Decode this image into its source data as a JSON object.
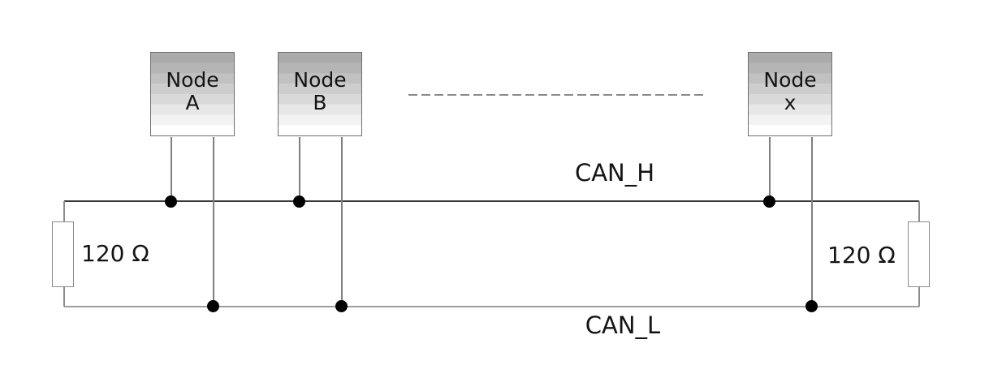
{
  "nodes": [
    {
      "line1": "Node",
      "line2": "A"
    },
    {
      "line1": "Node",
      "line2": "B"
    },
    {
      "line1": "Node",
      "line2": "x"
    }
  ],
  "bus_labels": {
    "high": "CAN_H",
    "low": "CAN_L"
  },
  "terminators": {
    "left": "120 Ω",
    "right": "120 Ω"
  },
  "colors": {
    "c-busH": "#383838",
    "c-busL": "#9e9e9e",
    "c-wire": "#7f7f7f",
    "c-term": "#8c8c8c",
    "c-dash": "#8a8a8a",
    "c-text": "#141414",
    "c-border": "#6e6e6e",
    "node_gradient_top": "#ababab",
    "node_gradient_bottom": "#ffffff",
    "junction_dot": "#000000"
  }
}
